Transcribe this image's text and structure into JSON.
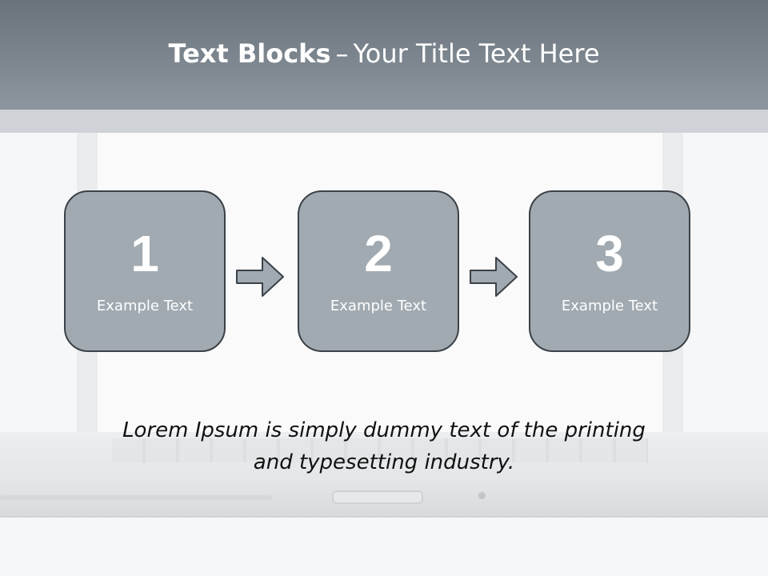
{
  "header": {
    "title_bold": "Text Blocks",
    "title_separator": "–",
    "title_rest": "Your Title Text Here"
  },
  "steps": [
    {
      "number": "1",
      "label": "Example Text"
    },
    {
      "number": "2",
      "label": "Example Text"
    },
    {
      "number": "3",
      "label": "Example Text"
    }
  ],
  "caption": {
    "line1": "Lorem Ipsum is simply dummy text of the printing",
    "line2": "and typesetting industry."
  },
  "colors": {
    "header": "#7b858e",
    "box_fill": "#a1aab1",
    "box_border": "#3b4147",
    "arrow": "#a1aab1"
  },
  "icons": [
    "arrow-right-icon",
    "laptop-illustration"
  ]
}
